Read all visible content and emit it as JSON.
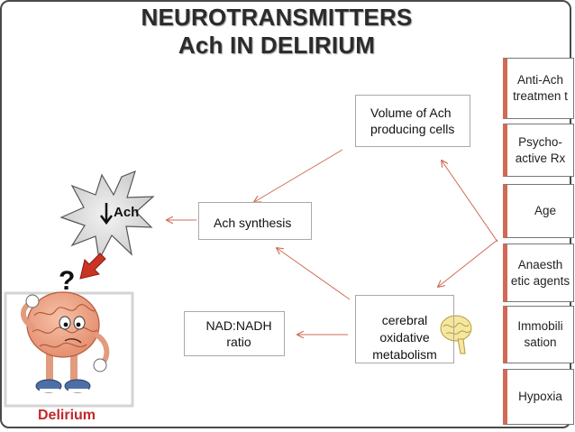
{
  "title": {
    "line1": "NEUROTRANSMITTERS",
    "line2": "Ach IN DELIRIUM"
  },
  "nodes": {
    "ach_burst": "Ach",
    "ach_synthesis": "Ach synthesis",
    "volume_ach": "Volume of Ach producing cells",
    "nad_nadh": "NAD:NADH ratio",
    "cerebral": "cerebral oxidative metabolism"
  },
  "right_factors": {
    "anti_ach": "Anti-Ach treatmen t",
    "psychoactive": "Psycho-active Rx",
    "age": "Age",
    "anaesthetic": "Anaesth etic agents",
    "immobilisation": "Immobili sation",
    "hypoxia": "Hypoxia"
  },
  "question_mark": "?",
  "delirium_label": "Delirium",
  "colors": {
    "accent_red": "#c0282c",
    "line": "#cf6b55",
    "up_arrow": "#d9442e",
    "burst_fill": "#dadada"
  }
}
